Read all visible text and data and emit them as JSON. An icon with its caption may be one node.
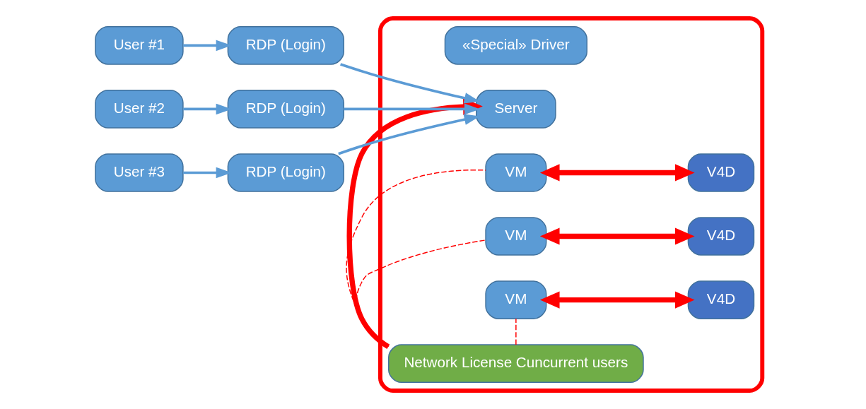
{
  "diagram": {
    "nodes": [
      {
        "text": [],
        "shape": "box"
      },
      {
        "text": [
          "«Special» Driver"
        ],
        "in": 0
      },
      {
        "text": [
          "User #1"
        ]
      },
      {
        "text": [
          "RDP (Login)"
        ]
      },
      {
        "text": [
          "Server"
        ],
        "in": 0
      },
      {
        "text": [
          "VM"
        ],
        "in": 0
      },
      {
        "text": [
          "V4D"
        ],
        "in": 0
      },
      {
        "text": [
          "User #2"
        ]
      },
      {
        "text": [
          "RDP (Login)"
        ]
      },
      {
        "text": [
          "VM"
        ],
        "in": 0
      },
      {
        "text": [
          "V4D"
        ],
        "in": 0
      },
      {
        "text": [
          "User #3"
        ]
      },
      {
        "text": [
          "RDP (Login)"
        ]
      },
      {
        "text": [
          "VM"
        ],
        "in": 0
      },
      {
        "text": [
          "V4D"
        ],
        "in": 0
      },
      {
        "text": [
          "Network License Cuncurrent users"
        ],
        "in": 0
      }
    ],
    "edges": [
      {
        "from": 2,
        "to": 3,
        "arrow": "to",
        "color": "#5b9bd5"
      },
      {
        "from": 3,
        "to": 4,
        "arrow": "to",
        "color": "#5b9bd5"
      },
      {
        "from": 7,
        "to": 8,
        "arrow": "to",
        "color": "#5b9bd5"
      },
      {
        "from": 8,
        "to": 4,
        "arrow": "to",
        "color": "#5b9bd5"
      },
      {
        "from": 11,
        "to": 12,
        "arrow": "to",
        "color": "#5b9bd5"
      },
      {
        "from": 12,
        "to": 4,
        "arrow": "to",
        "color": "#5b9bd5"
      },
      {
        "from": 5,
        "to": 6,
        "arrow": "both",
        "style": "thick"
      },
      {
        "from": 9,
        "to": 10,
        "arrow": "both",
        "style": "thick"
      },
      {
        "from": 13,
        "to": 14,
        "arrow": "both",
        "style": "thick"
      },
      {
        "from": 15,
        "to": 4,
        "arrow": "to",
        "style": "thick"
      },
      {
        "from": 15,
        "to": 5,
        "arrow": "none",
        "style": "dashed"
      },
      {
        "from": 15,
        "to": 9,
        "arrow": "none",
        "style": "dashed"
      },
      {
        "from": 15,
        "to": 13,
        "arrow": "none",
        "style": "dashed"
      }
    ]
  }
}
